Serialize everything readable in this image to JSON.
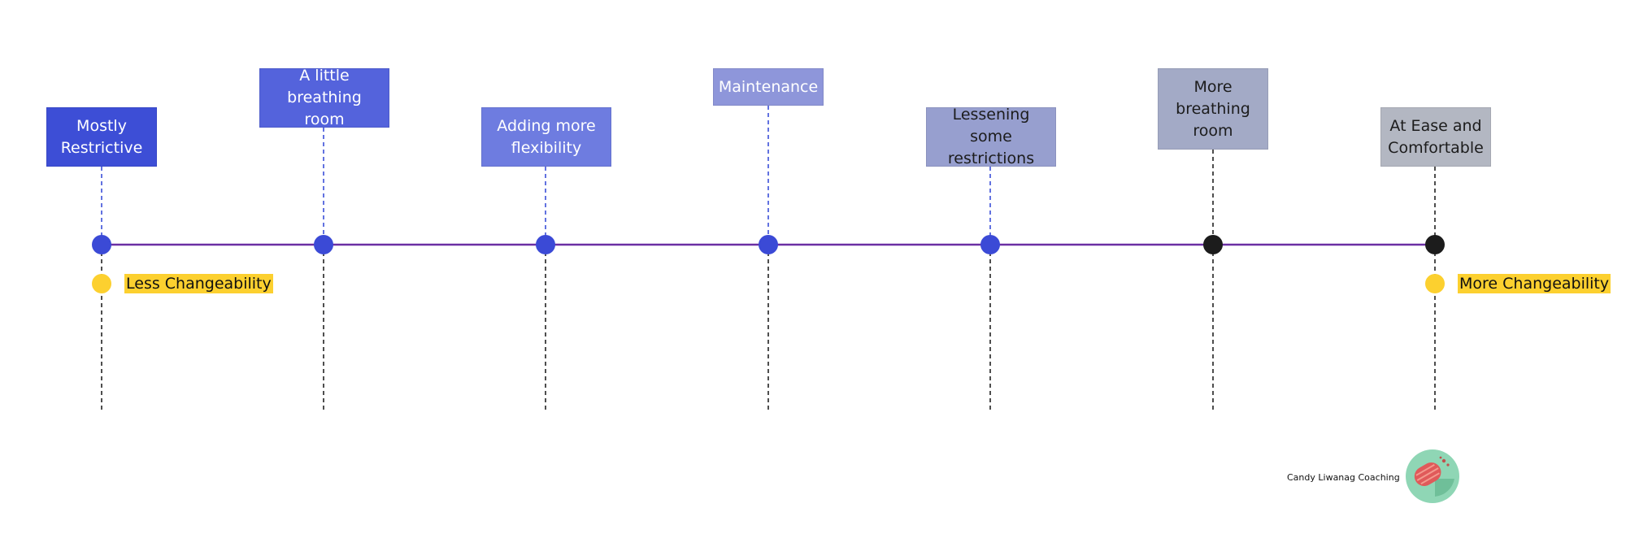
{
  "colors": {
    "timeline": "#6b2fa3",
    "guide_blue": "#3b4fd8",
    "guide_dark": "#222222",
    "marker_blue": "#3b4ad6",
    "marker_dark": "#1c1c1c",
    "marker_yellow": "#fcd02f"
  },
  "stages": [
    {
      "label": "Mostly\nRestrictive",
      "color": "#3d4ed6",
      "text_color": "#ffffff",
      "marker": "blue"
    },
    {
      "label": "A little\nbreathing room",
      "color": "#5463dc",
      "text_color": "#ffffff",
      "marker": "blue"
    },
    {
      "label": "Adding more\nflexibility",
      "color": "#6e7ce0",
      "text_color": "#ffffff",
      "marker": "blue"
    },
    {
      "label": "Maintenance",
      "color": "#8e96da",
      "text_color": "#ffffff",
      "marker": "blue"
    },
    {
      "label": "Lessening some\nrestrictions",
      "color": "#979fcf",
      "text_color": "#1c1c1c",
      "marker": "blue"
    },
    {
      "label": "More\nbreathing\nroom",
      "color": "#a3aac6",
      "text_color": "#1c1c1c",
      "marker": "dark"
    },
    {
      "label": "At Ease and\nComfortable",
      "color": "#b3b7c2",
      "text_color": "#1c1c1c",
      "marker": "dark"
    }
  ],
  "tags": {
    "left": "Less Changeability",
    "right": "More Changeability"
  },
  "brand": {
    "name": "Candy Liwanag Coaching",
    "logo_icon": "lollipop-logo-icon"
  }
}
